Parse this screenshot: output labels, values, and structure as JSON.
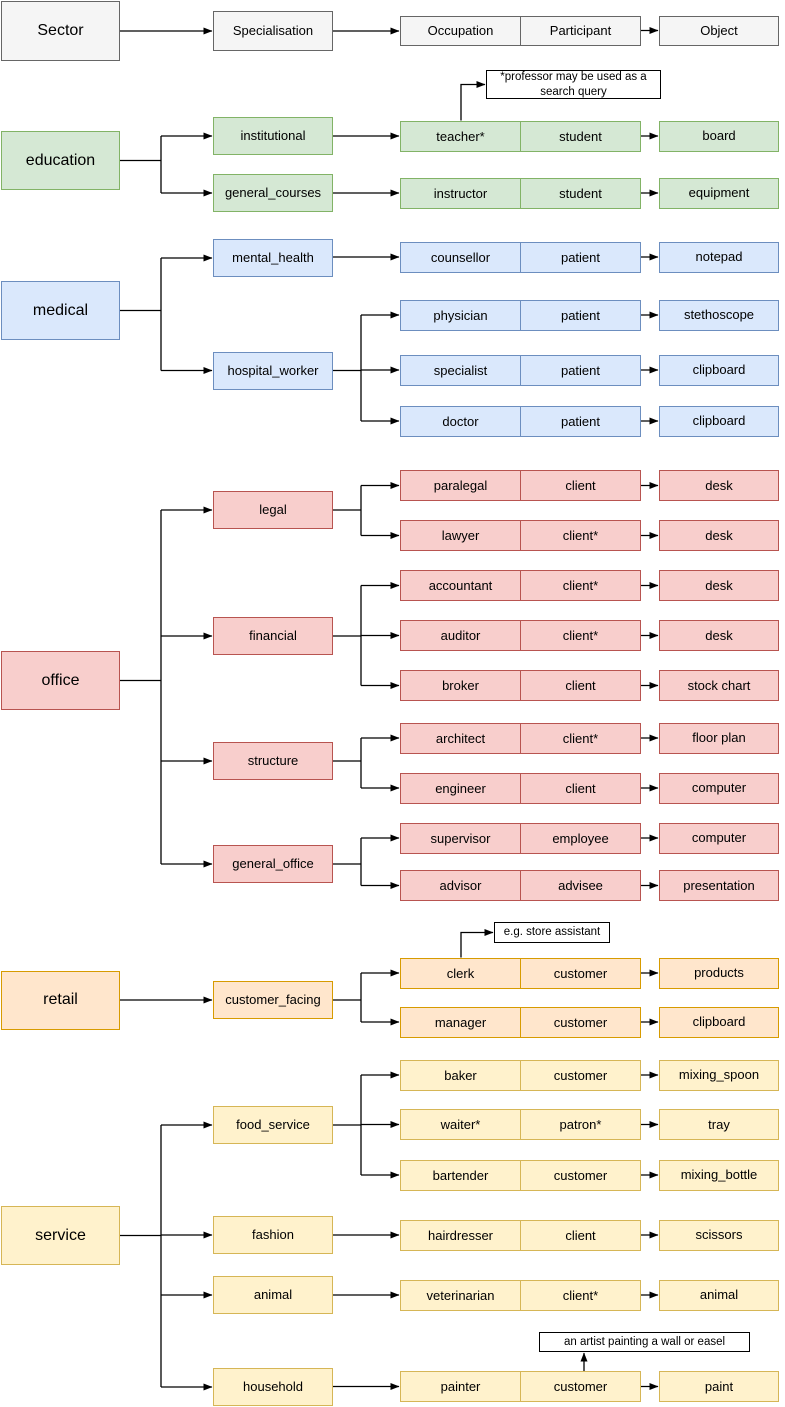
{
  "palette": {
    "grey": {
      "fill": "#f5f5f5",
      "stroke": "#666666"
    },
    "green": {
      "fill": "#d5e8d4",
      "stroke": "#82b366"
    },
    "blue": {
      "fill": "#dae8fc",
      "stroke": "#6c8ebf"
    },
    "red": {
      "fill": "#f8cecc",
      "stroke": "#b85450"
    },
    "orange": {
      "fill": "#ffe6cc",
      "stroke": "#d79b00"
    },
    "yellow": {
      "fill": "#fff2cc",
      "stroke": "#d6b656"
    },
    "line": "#000000"
  },
  "header": {
    "sector": "Sector",
    "specialisation": "Specialisation",
    "occupation": "Occupation",
    "participant": "Participant",
    "object": "Object"
  },
  "sections": [
    {
      "sector": "education",
      "color": "green",
      "specialisations": [
        {
          "name": "institutional",
          "rows": [
            {
              "occupation": "teacher*",
              "participant": "student",
              "object": "board",
              "note": "*professor may be used as a search query"
            }
          ]
        },
        {
          "name": "general_courses",
          "rows": [
            {
              "occupation": "instructor",
              "participant": "student",
              "object": "equipment"
            }
          ]
        }
      ]
    },
    {
      "sector": "medical",
      "color": "blue",
      "specialisations": [
        {
          "name": "mental_health",
          "rows": [
            {
              "occupation": "counsellor",
              "participant": "patient",
              "object": "notepad"
            }
          ]
        },
        {
          "name": "hospital_worker",
          "rows": [
            {
              "occupation": "physician",
              "participant": "patient",
              "object": "stethoscope"
            },
            {
              "occupation": "specialist",
              "participant": "patient",
              "object": "clipboard"
            },
            {
              "occupation": "doctor",
              "participant": "patient",
              "object": "clipboard"
            }
          ]
        }
      ]
    },
    {
      "sector": "office",
      "color": "red",
      "specialisations": [
        {
          "name": "legal",
          "rows": [
            {
              "occupation": "paralegal",
              "participant": "client",
              "object": "desk"
            },
            {
              "occupation": "lawyer",
              "participant": "client*",
              "object": "desk"
            }
          ]
        },
        {
          "name": "financial",
          "rows": [
            {
              "occupation": "accountant",
              "participant": "client*",
              "object": "desk"
            },
            {
              "occupation": "auditor",
              "participant": "client*",
              "object": "desk"
            },
            {
              "occupation": "broker",
              "participant": "client",
              "object": "stock chart"
            }
          ]
        },
        {
          "name": "structure",
          "rows": [
            {
              "occupation": "architect",
              "participant": "client*",
              "object": "floor plan"
            },
            {
              "occupation": "engineer",
              "participant": "client",
              "object": "computer"
            }
          ]
        },
        {
          "name": "general_office",
          "rows": [
            {
              "occupation": "supervisor",
              "participant": "employee",
              "object": "computer"
            },
            {
              "occupation": "advisor",
              "participant": "advisee",
              "object": "presentation"
            }
          ]
        }
      ]
    },
    {
      "sector": "retail",
      "color": "orange",
      "specialisations": [
        {
          "name": "customer_facing",
          "rows": [
            {
              "occupation": "clerk",
              "participant": "customer",
              "object": "products",
              "note": "e.g. store assistant"
            },
            {
              "occupation": "manager",
              "participant": "customer",
              "object": "clipboard"
            }
          ]
        }
      ]
    },
    {
      "sector": "service",
      "color": "yellow",
      "specialisations": [
        {
          "name": "food_service",
          "rows": [
            {
              "occupation": "baker",
              "participant": "customer",
              "object": "mixing_spoon"
            },
            {
              "occupation": "waiter*",
              "participant": "patron*",
              "object": "tray"
            },
            {
              "occupation": "bartender",
              "participant": "customer",
              "object": "mixing_bottle"
            }
          ]
        },
        {
          "name": "fashion",
          "rows": [
            {
              "occupation": "hairdresser",
              "participant": "client",
              "object": "scissors"
            }
          ]
        },
        {
          "name": "animal",
          "rows": [
            {
              "occupation": "veterinarian",
              "participant": "client*",
              "object": "animal"
            }
          ]
        },
        {
          "name": "household",
          "rows": [
            {
              "occupation": "painter",
              "participant": "customer",
              "object": "paint",
              "note": "an artist painting a wall or easel"
            }
          ]
        }
      ]
    }
  ]
}
